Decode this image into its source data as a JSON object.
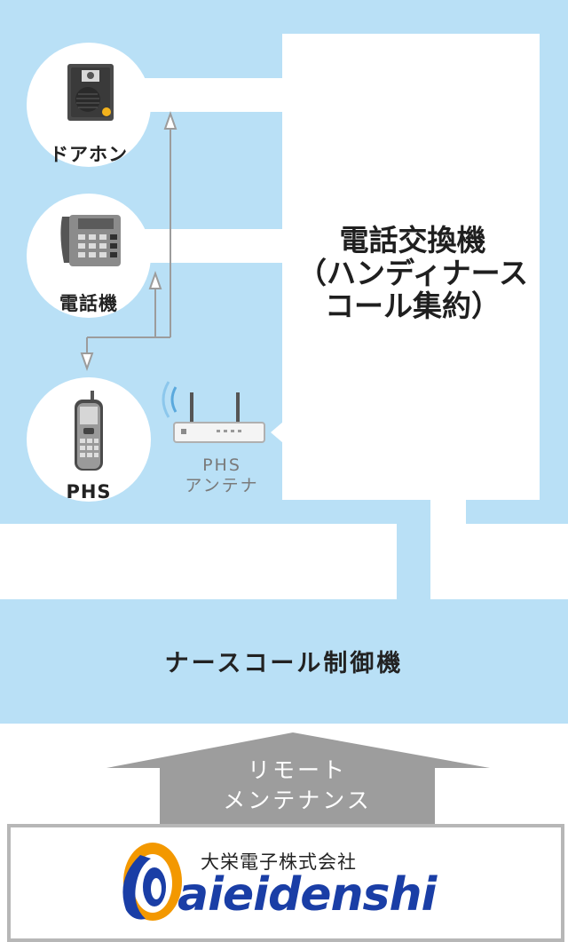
{
  "devices": {
    "door_phone": "ドアホン",
    "telephone": "電話機",
    "phs": "PHS"
  },
  "exchange": {
    "line1": "電話交換機",
    "line2": "（ハンディナース",
    "line3": "コール集約）"
  },
  "antenna": {
    "line1": "PHS",
    "line2": "アンテナ"
  },
  "nurse_call": "ナースコール制御機",
  "remote": {
    "line1": "リモート",
    "line2": "メンテナンス"
  },
  "company": {
    "name_jp": "大栄電子株式会社",
    "logo_text": "aieidenshi"
  },
  "colors": {
    "background_blue": "#b9e0f6",
    "arrow_gray": "#9c9c9c",
    "logo_blue": "#1a3ea6",
    "logo_orange": "#f39800"
  }
}
